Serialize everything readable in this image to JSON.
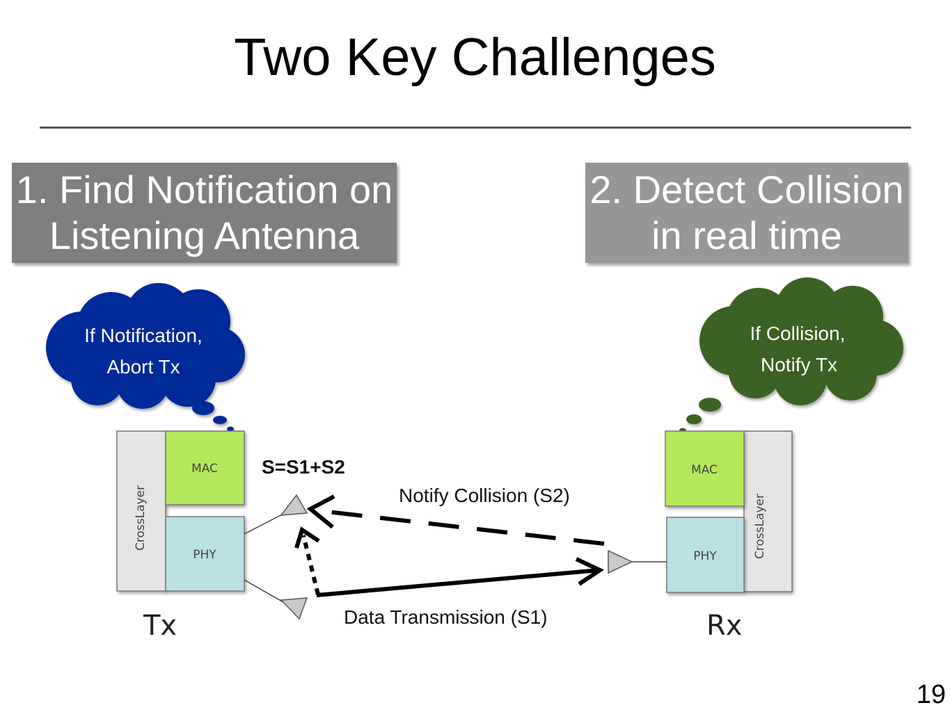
{
  "slide": {
    "title": "Two Key Challenges",
    "page_number": "19"
  },
  "challenges": [
    {
      "line1": "1. Find Notification on",
      "line2": "Listening Antenna",
      "color": "#7f7f7f"
    },
    {
      "line1": "2. Detect Collision",
      "line2": "in real time",
      "color": "#969696"
    }
  ],
  "tx": {
    "label": "Tx",
    "mac": "MAC",
    "phy": "PHY",
    "cross_layer": "CrossLayer",
    "thought": {
      "line1": "If Notification,",
      "line2": "Abort Tx",
      "color": "#032a9a"
    }
  },
  "rx": {
    "label": "Rx",
    "mac": "MAC",
    "phy": "PHY",
    "cross_layer": "CrossLayer",
    "thought": {
      "line1": "If Collision,",
      "line2": "Notify Tx",
      "color": "#3a6220"
    }
  },
  "signals": {
    "sum": "S=S1+S2",
    "notify": "Notify Collision (S2)",
    "data": "Data Transmission (S1)"
  },
  "colors": {
    "mac": "#b3e85a",
    "phy": "#b9e0e3",
    "cross_layer": "#e5e5e5"
  }
}
